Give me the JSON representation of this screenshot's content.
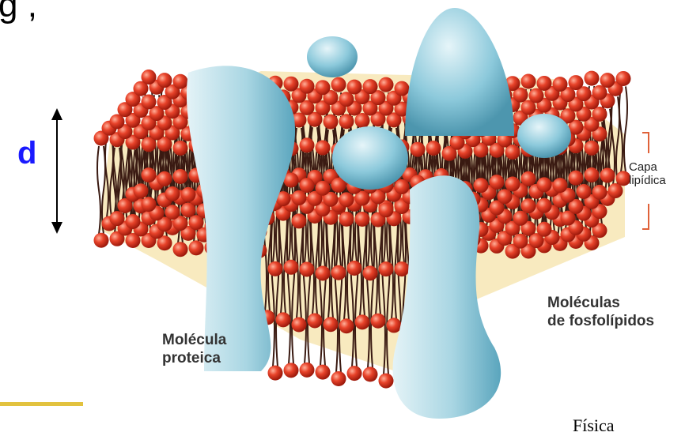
{
  "title_fragment": "g      ,",
  "dimension_label": "d",
  "labels": {
    "capa_line1": "Capa",
    "capa_line2": "lipídica",
    "moleculas_line1": "Moléculas",
    "moleculas_line2": "de fosfolípidos",
    "proteica_line1": "Molécula",
    "proteica_line2": "proteica"
  },
  "footer": "Física",
  "colors": {
    "head": "#e8432a",
    "tail": "#3a1a12",
    "protein": "#a9d6e3",
    "interior": "#f3d98a",
    "accent_bar": "#e2c23e",
    "dimension_label": "#1a1aff",
    "bracket": "#e0623a"
  }
}
